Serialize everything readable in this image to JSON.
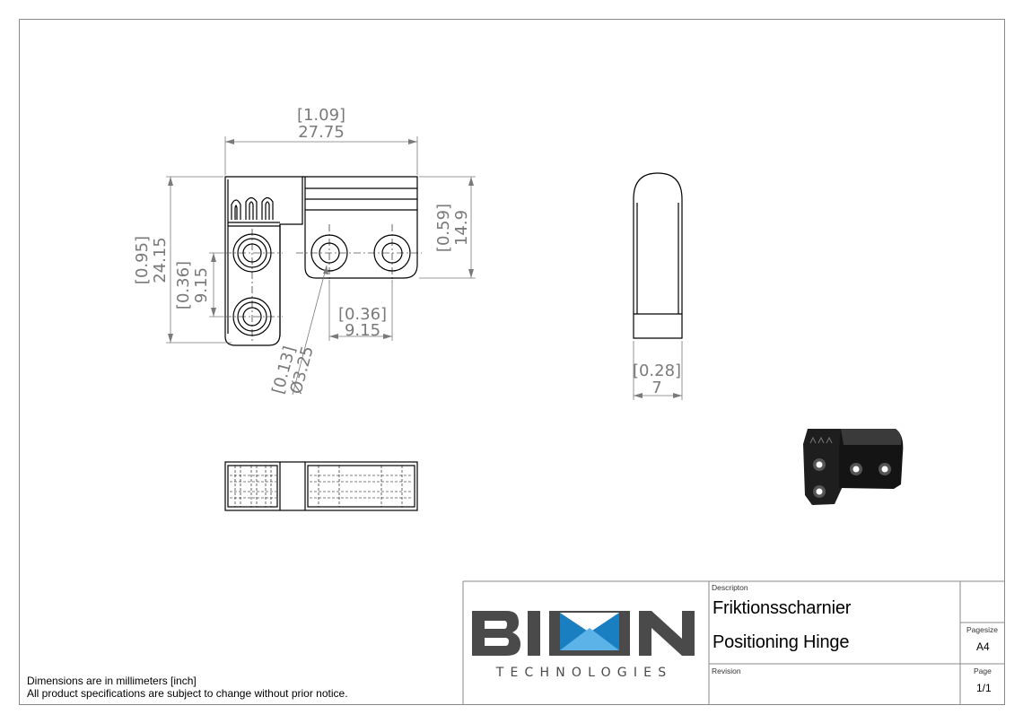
{
  "notes": {
    "units": "Dimensions are in millimeters [inch]",
    "disclaimer": "All product specifications are subject to change without prior notice."
  },
  "title_block": {
    "logo": {
      "brand": "BION",
      "subtitle": "TECHNOLOGIES"
    },
    "description_label": "Descripton",
    "description_de": "Friktionsscharnier",
    "description_en": "Positioning Hinge",
    "revision_label": "Revision",
    "pagesize_label": "Pagesize",
    "pagesize_value": "A4",
    "page_label": "Page",
    "page_value": "1/1"
  },
  "dimensions": {
    "overall_width": {
      "inch": "[1.09]",
      "mm": "27.75"
    },
    "overall_height": {
      "inch": "[0.95]",
      "mm": "24.15"
    },
    "hole_pitch_vertical": {
      "inch": "[0.36]",
      "mm": "9.15"
    },
    "leaf_height": {
      "inch": "[0.59]",
      "mm": "14.9"
    },
    "hole_pitch_horizontal": {
      "inch": "[0.36]",
      "mm": "9.15"
    },
    "hole_diameter": {
      "inch": "[0.13]",
      "mm": "Ø3.25"
    },
    "thickness": {
      "inch": "[0.28]",
      "mm": "7"
    }
  },
  "colors": {
    "line": "#000000",
    "dimension": "#7a7a7a",
    "border": "#8a8a8a",
    "logo_dark": "#4a4a4a",
    "logo_blue": "#1a7fc0"
  }
}
